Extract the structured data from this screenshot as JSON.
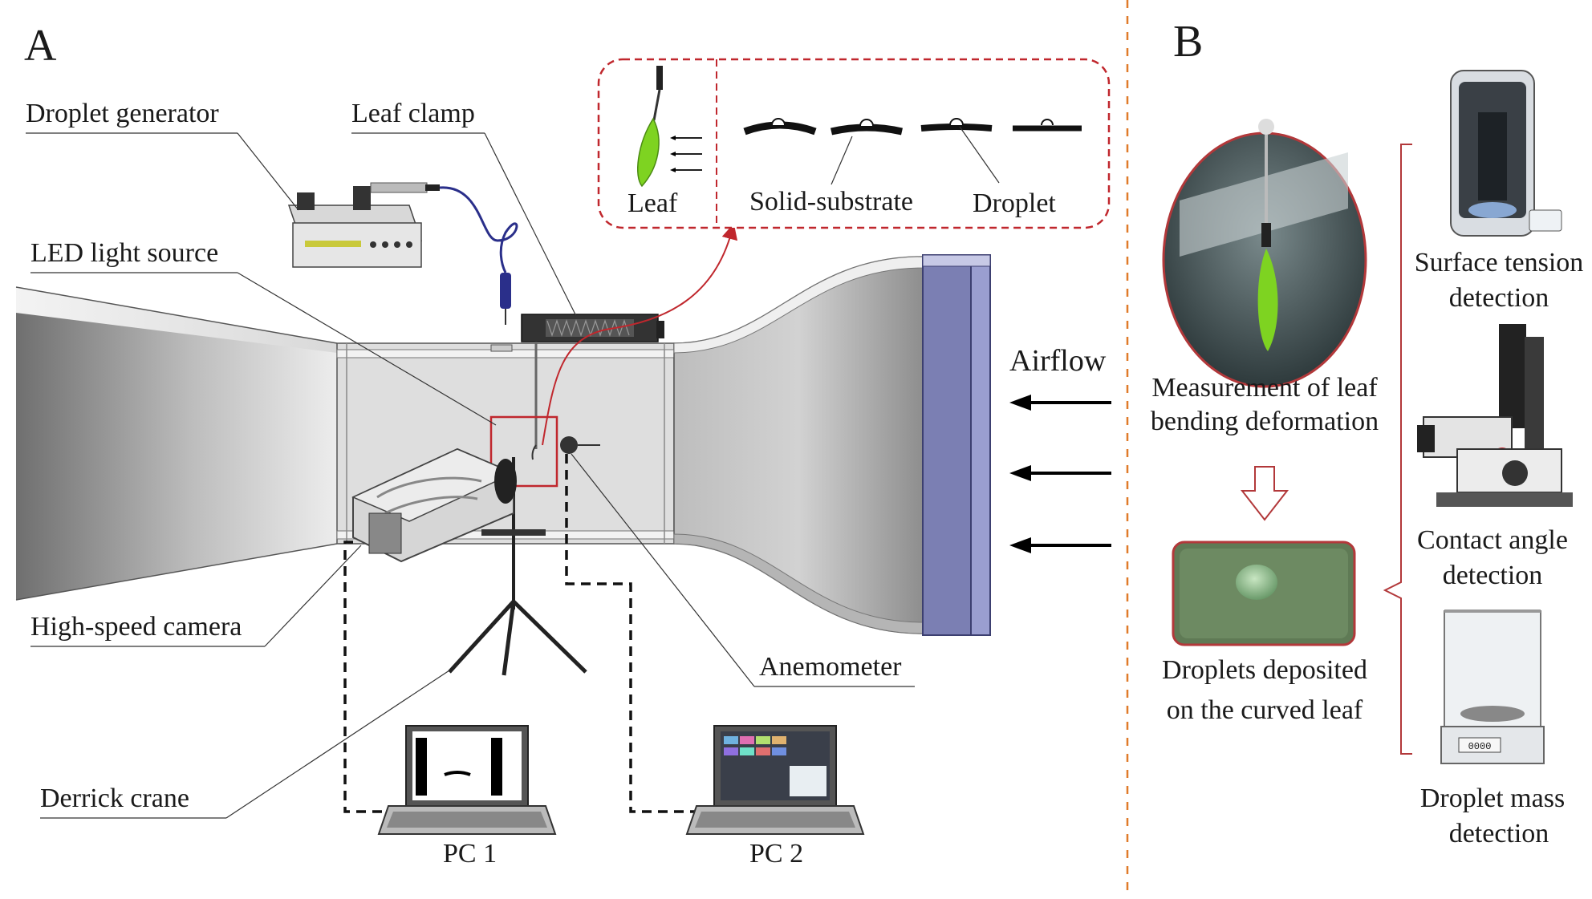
{
  "panel_a": {
    "letter": "A",
    "labels": {
      "droplet_generator": "Droplet generator",
      "leaf_clamp": "Leaf clamp",
      "led_light_source": "LED light source",
      "high_speed_camera": "High-speed camera",
      "derrick_crane": "Derrick crane",
      "anemometer": "Anemometer",
      "airflow": "Airflow",
      "pc1": "PC 1",
      "pc2": "PC 2"
    },
    "inset": {
      "leaf": "Leaf",
      "solid_substrate": "Solid-substrate",
      "droplet": "Droplet"
    }
  },
  "panel_b": {
    "letter": "B",
    "leaf_measurement": [
      "Measurement of leaf",
      "bending deformation"
    ],
    "droplets_deposited": [
      "Droplets deposited",
      "on the curved leaf"
    ],
    "surface_tension": [
      "Surface tension",
      "detection"
    ],
    "contact_angle": [
      "Contact angle",
      "detection"
    ],
    "droplet_mass": [
      "Droplet mass",
      "detection"
    ],
    "balance_readout": "0000"
  },
  "colors": {
    "inset_border": "#c0272d",
    "divider": "#e07b2a",
    "leaf_green": "#7ed321",
    "bracket": "#b2383a",
    "settling_chamber": "#7b7fb3"
  }
}
